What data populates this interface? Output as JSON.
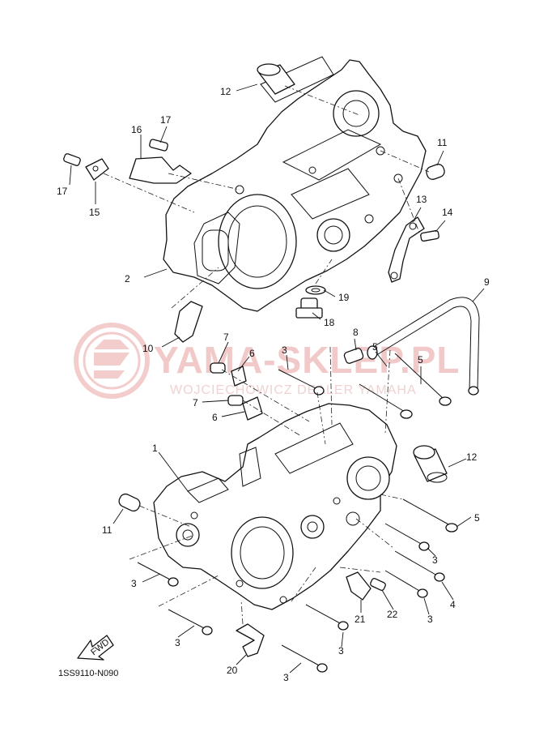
{
  "watermark": {
    "brand": "YAMA-SKLEP.PL",
    "subtitle": "WOJCIECHOWICZ DEALER YAMAHA",
    "color": "#f2c9c9"
  },
  "diagram_code": "1SS9110-N090",
  "fwd_label": "FWD",
  "callouts": {
    "c1": "1",
    "c2": "2",
    "c3a": "3",
    "c3b": "3",
    "c3c": "3",
    "c3d": "3",
    "c3e": "3",
    "c3f": "3",
    "c3g": "3",
    "c4": "4",
    "c5a": "5",
    "c5b": "5",
    "c5c": "5",
    "c6a": "6",
    "c6b": "6",
    "c7a": "7",
    "c7b": "7",
    "c8": "8",
    "c9": "9",
    "c10": "10",
    "c11a": "11",
    "c11b": "11",
    "c12a": "12",
    "c12b": "12",
    "c13": "13",
    "c14": "14",
    "c15": "15",
    "c16": "16",
    "c17a": "17",
    "c17b": "17",
    "c18": "18",
    "c19": "19",
    "c20": "20",
    "c21": "21",
    "c22": "22"
  }
}
